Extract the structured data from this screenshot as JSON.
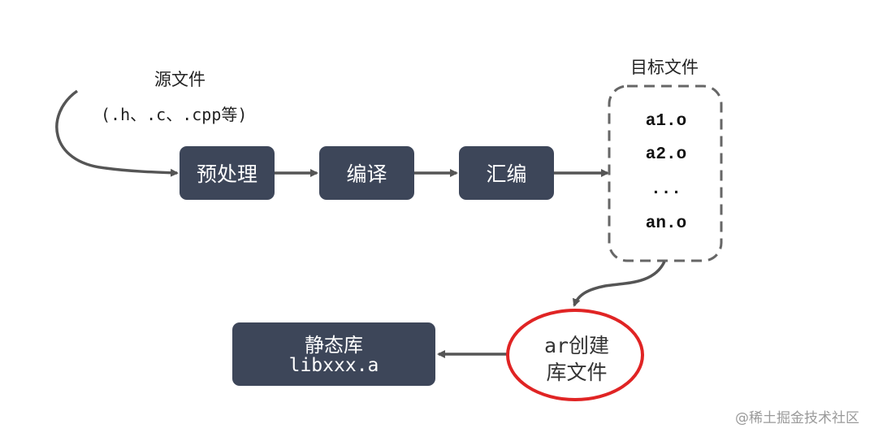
{
  "source": {
    "title": "源文件",
    "subtitle": "(.h、.c、.cpp等)"
  },
  "steps": {
    "preprocess": "预处理",
    "compile": "编译",
    "assemble": "汇编"
  },
  "target": {
    "title": "目标文件",
    "files": [
      "a1.o",
      "a2.o",
      "...",
      "an.o"
    ]
  },
  "ar": {
    "cmd": "ar",
    "line1_rest": "创建",
    "line2": "库文件"
  },
  "static_lib": {
    "title": "静态库",
    "name": "libxxx.a"
  },
  "watermark": "@稀土掘金技术社区",
  "colors": {
    "box": "#3d4659",
    "arrow": "#555555",
    "highlight_circle": "#e02424",
    "dashed_border": "#666666"
  }
}
